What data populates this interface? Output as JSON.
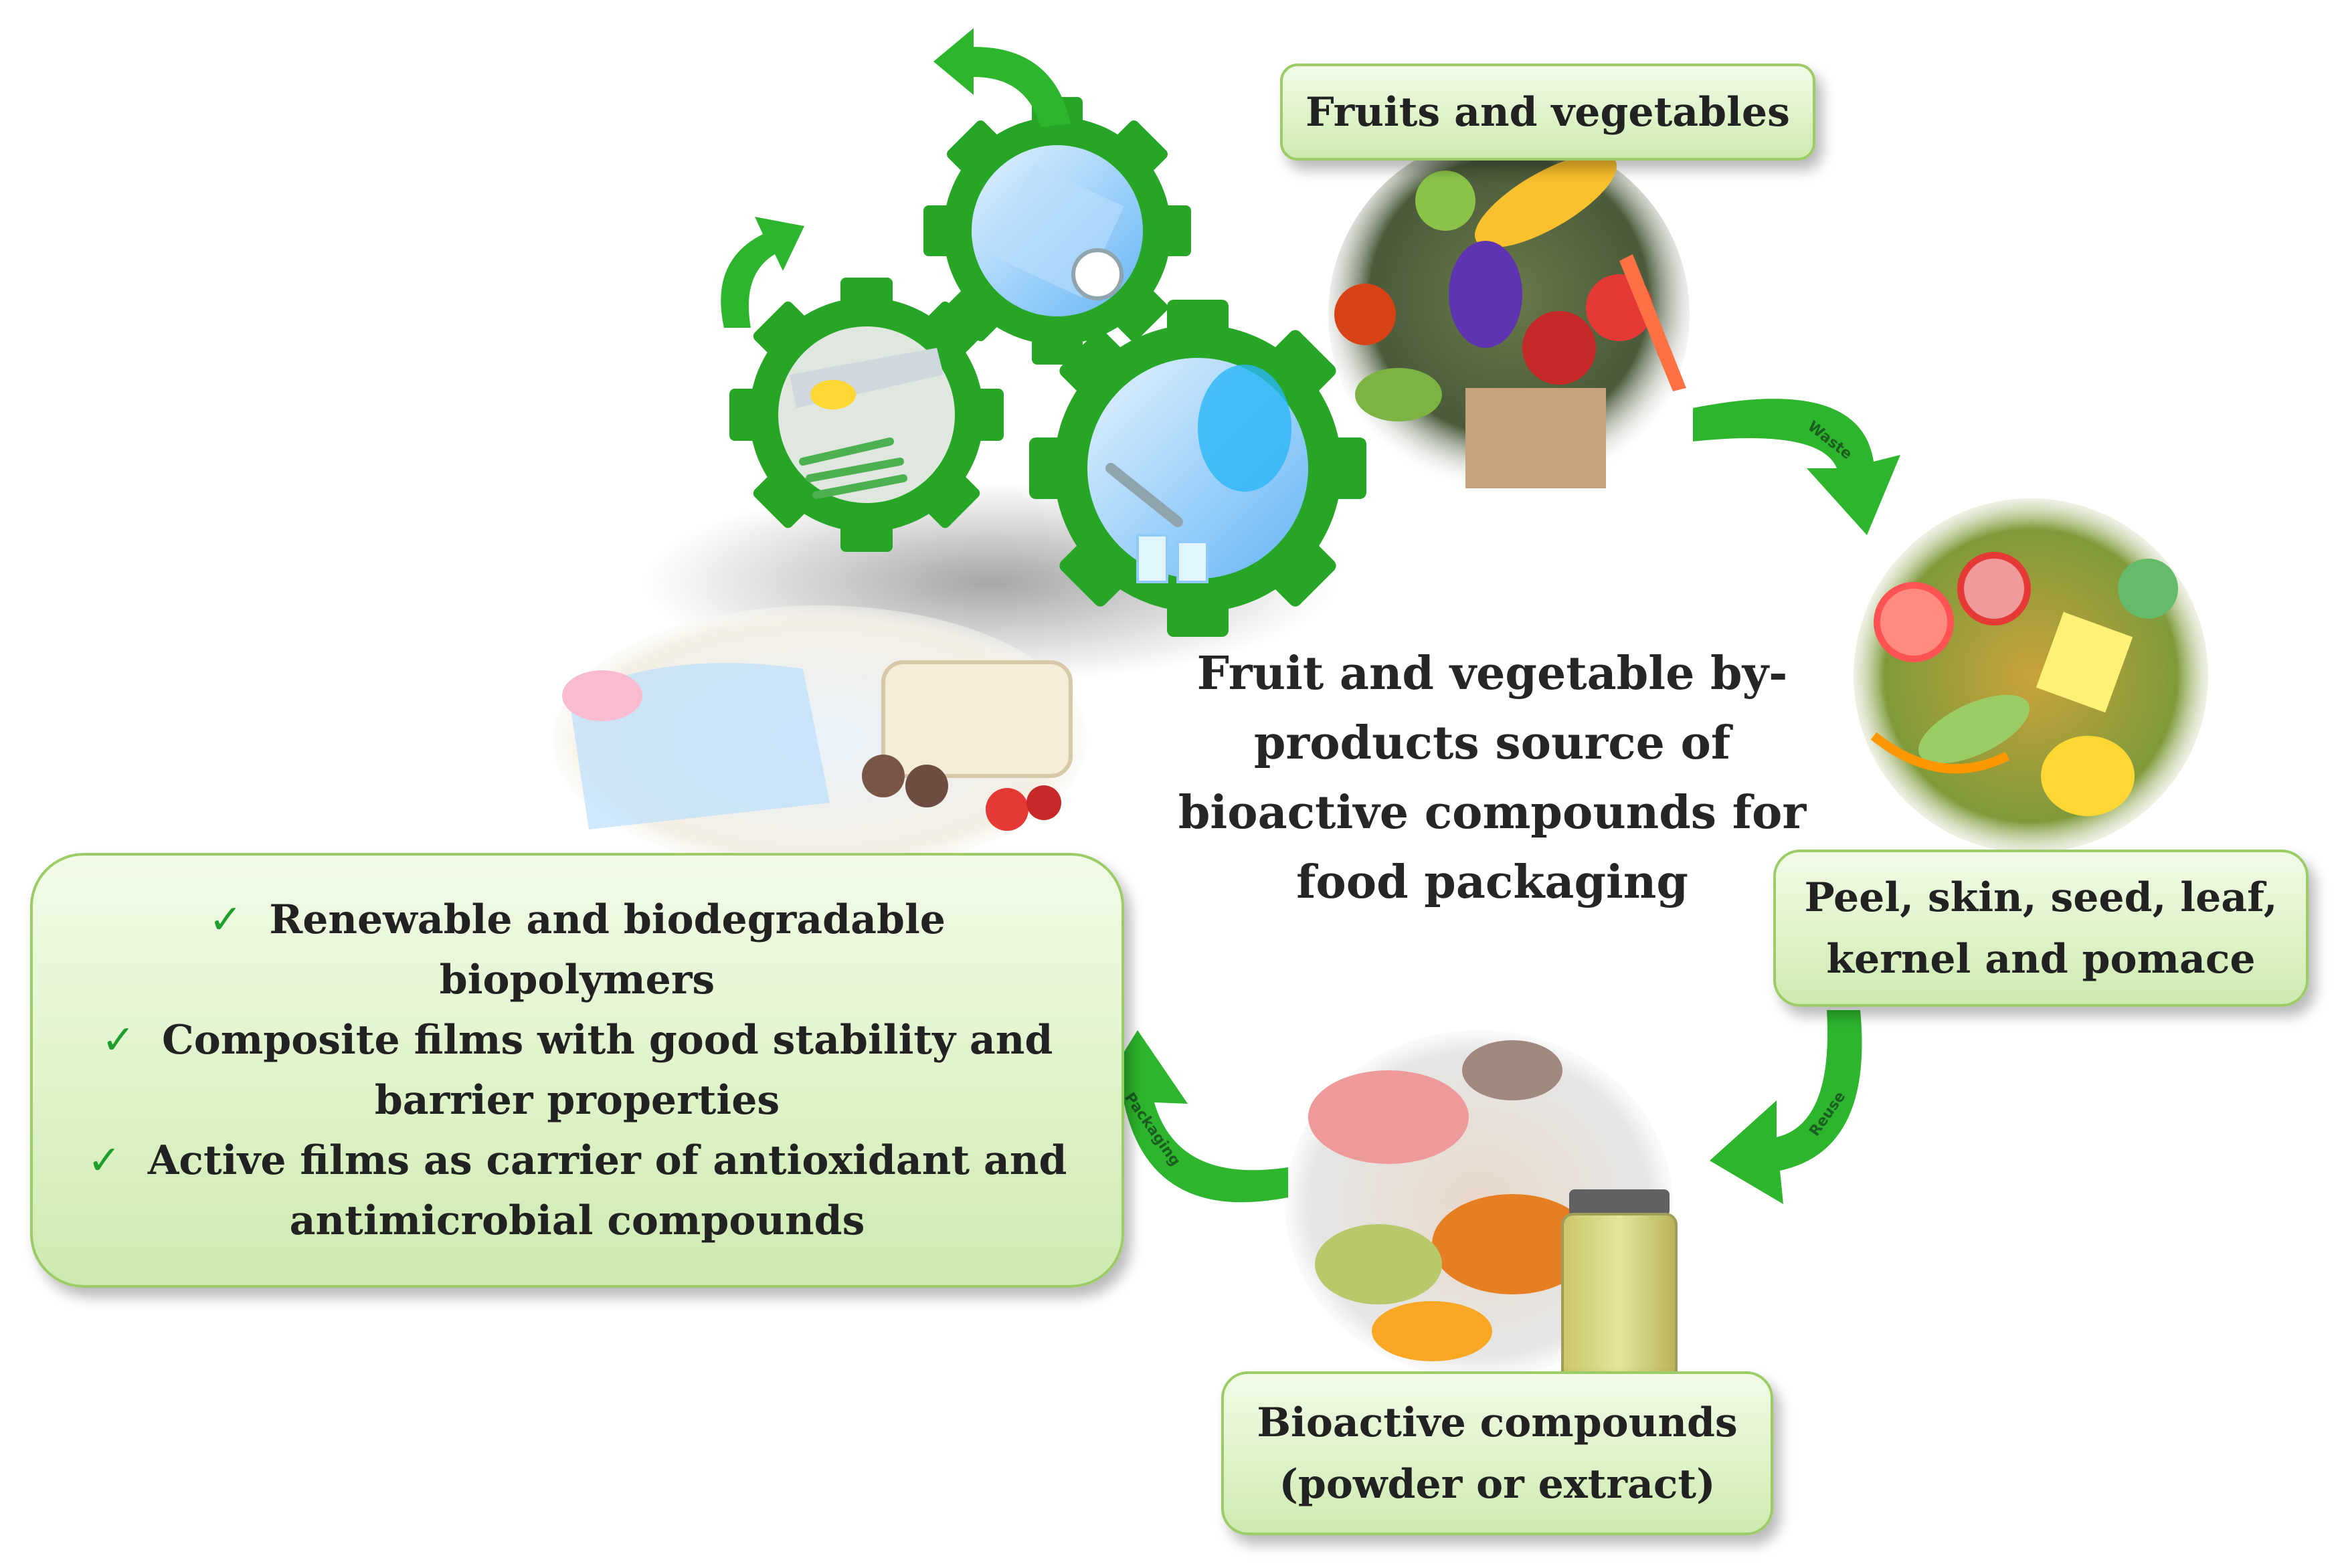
{
  "title_lines": [
    "Fruit and vegetable by-",
    "products source of",
    "bioactive compounds for",
    "food packaging"
  ],
  "boxes": {
    "fruits": [
      "Fruits and vegetables"
    ],
    "byproducts": [
      "Peel, skin, seed, leaf,",
      "kernel and pomace"
    ],
    "bioactive": [
      "Bioactive compounds",
      "(powder or extract)"
    ]
  },
  "benefits": [
    {
      "check": "✓",
      "lines": [
        "Renewable and biodegradable",
        "biopolymers"
      ]
    },
    {
      "check": "✓",
      "lines": [
        "Composite films with good stability and",
        "barrier properties"
      ]
    },
    {
      "check": "✓",
      "lines": [
        "Active films as carrier of antioxidant and",
        "antimicrobial compounds"
      ]
    }
  ],
  "arrow_labels": {
    "waste": "Waste",
    "reuse": "Reuse",
    "packaging": "Packaging"
  },
  "colors": {
    "arrow_green": "#2db52d",
    "gear_green": "#27a527",
    "box_border": "#9ccc65",
    "check_green": "#1e9e2a"
  }
}
